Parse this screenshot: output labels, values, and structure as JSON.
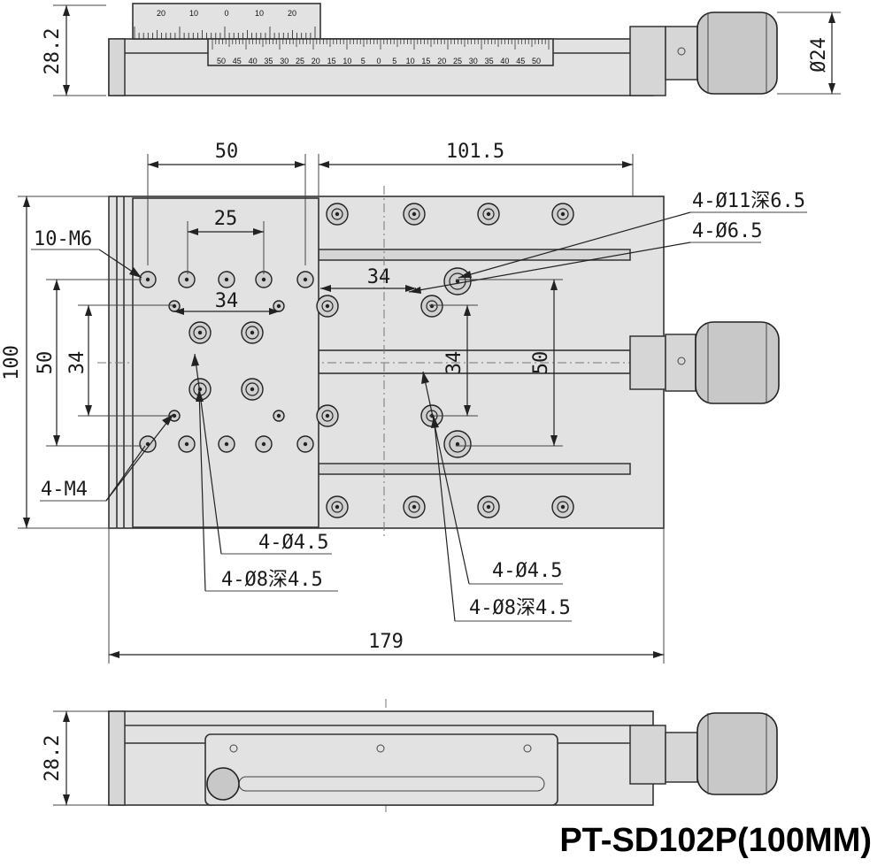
{
  "title": "PT-SD102P(100MM)",
  "top_view": {
    "height_label": "28.2",
    "diameter_label": "Ø24",
    "upper_scale": [
      "20",
      "10",
      "0",
      "10",
      "20"
    ],
    "lower_scale": [
      "50",
      "45",
      "40",
      "35",
      "30",
      "25",
      "20",
      "15",
      "10",
      "5",
      "0",
      "5",
      "10",
      "15",
      "20",
      "25",
      "30",
      "35",
      "40",
      "45",
      "50"
    ]
  },
  "plan_view": {
    "dims": {
      "width_50_top": "50",
      "width_101_5": "101.5",
      "spacing_25": "25",
      "spacing_34_top": "34",
      "spacing_34_mid": "34",
      "height_100": "100",
      "height_50_left": "50",
      "height_34_left": "34",
      "height_34_right": "34",
      "height_50_right": "50",
      "length_179": "179"
    },
    "callouts": {
      "m6": "10-M6",
      "m4": "4-M4",
      "cbore_11": "4-Ø11深6.5",
      "hole_6_5": "4-Ø6.5",
      "left_hole_4_5": "4-Ø4.5",
      "left_cbore_8": "4-Ø8深4.5",
      "right_hole_4_5": "4-Ø4.5",
      "right_cbore_8": "4-Ø8深4.5"
    }
  },
  "side_view": {
    "height_label": "28.2"
  }
}
